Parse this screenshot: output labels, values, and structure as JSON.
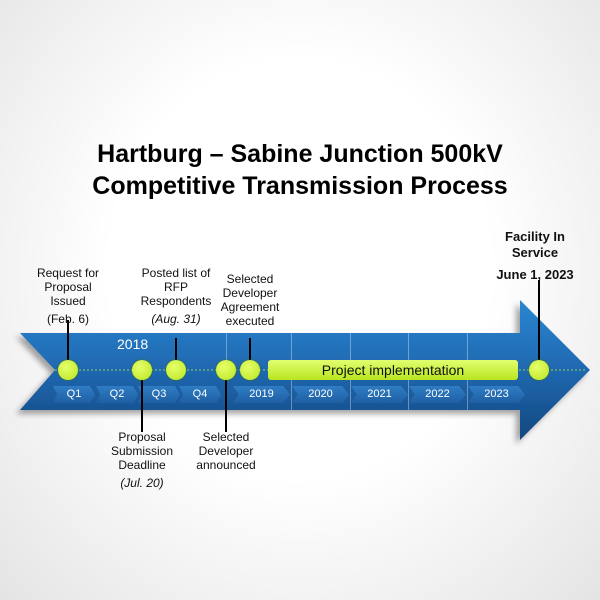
{
  "title": {
    "line1": "Hartburg – Sabine Junction 500kV",
    "line2": "Competitive Transmission Process"
  },
  "year_label": "2018",
  "periods": [
    "Q1",
    "Q2",
    "Q3",
    "Q4",
    "2019",
    "2020",
    "2021",
    "2022",
    "2023"
  ],
  "implementation_bar": "Project implementation",
  "milestones": [
    {
      "text": "Request for Proposal Issued",
      "date": "(Feb. 6)"
    },
    {
      "text": "Proposal Submission Deadline",
      "date": "(Jul. 20)"
    },
    {
      "text": "Posted list of RFP Respondents",
      "date": "(Aug. 31)"
    },
    {
      "text": "Selected Developer announced",
      "date": ""
    },
    {
      "text": "Selected Developer Agreement executed",
      "date": ""
    },
    {
      "text": "Facility In Service",
      "date": "June 1, 2023"
    }
  ],
  "colors": {
    "arrow": "#1f68b0",
    "milestone": "#c8f03a"
  }
}
